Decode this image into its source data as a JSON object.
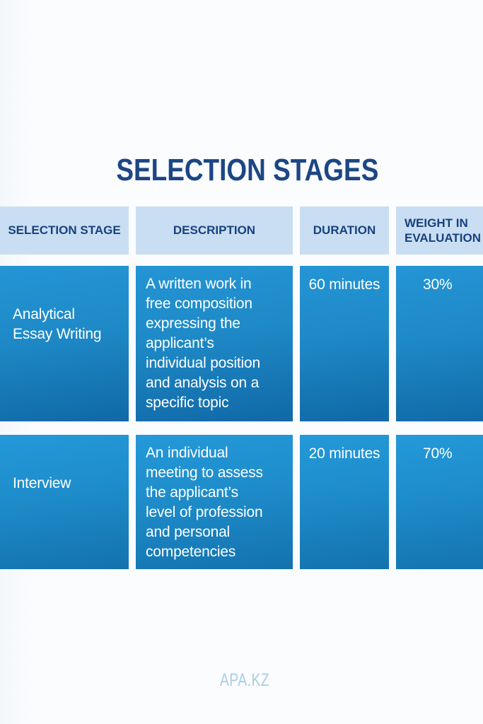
{
  "page": {
    "title": "SELECTION STAGES",
    "watermark": "APA.KZ",
    "colors": {
      "background": "#f9fbfe",
      "title_text": "#1c4685",
      "header_cell_bg": "#c9def2",
      "header_cell_text": "#18417d",
      "data_cell_gradient_top": "#2495d5",
      "data_cell_gradient_bottom": "#1168a6",
      "data_cell_text": "#ffffff",
      "watermark_text": "#a9cde6"
    }
  },
  "table": {
    "columns": [
      {
        "label": "SELECTION STAGE"
      },
      {
        "label": "DESCRIPTION"
      },
      {
        "label": "DURATION"
      },
      {
        "label": "WEIGHT IN EVALUATION"
      }
    ],
    "rows": [
      {
        "stage": "Analytical\nEssay Writing",
        "description": "A written work in\nfree composition\nexpressing the\napplicant’s\nindividual position\nand analysis on a\nspecific topic",
        "duration": "60 minutes",
        "weight": "30%"
      },
      {
        "stage": "Interview",
        "description": "An individual\nmeeting to assess\nthe applicant’s\nlevel of profession\nand personal\ncompetencies",
        "duration": "20 minutes",
        "weight": "70%"
      }
    ]
  }
}
